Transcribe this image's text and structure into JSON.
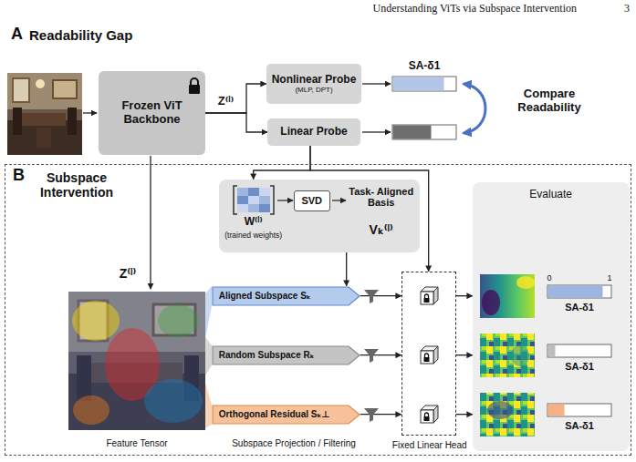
{
  "diagram": {
    "nodes": [
      {
        "text": [
          "Frozen ViT Backbone"
        ]
      },
      {
        "text": [
          "Nonlinear Probe",
          "(MLP, DPT)"
        ]
      },
      {
        "text": [
          "Linear Probe"
        ]
      },
      {
        "text": [
          "B",
          "Subspace Intervention"
        ]
      },
      {
        "text": [
          "W⁽ˡ⁾",
          "(trained weights)",
          "Task- Aligned Basis",
          "Vₖ⁽ˡ⁾"
        ],
        "in": 3
      },
      {
        "text": [
          "SVD"
        ],
        "in": 4
      },
      {
        "text": [
          "Aligned Subspace Sₖ"
        ],
        "in": 3
      },
      {
        "text": [
          "Random Subspace Rₖ"
        ],
        "in": 3
      },
      {
        "text": [
          "Orthogonal Residual Sₖ⊥"
        ],
        "in": 3
      },
      {
        "text": [
          "Fixed Linear Head"
        ],
        "in": 3
      },
      {
        "text": [
          "Evaluate"
        ],
        "in": 3
      }
    ],
    "edges": [
      {
        "from": 0,
        "to": 1,
        "label": "Z⁽ˡ⁾",
        "arrow": "to"
      },
      {
        "from": 0,
        "to": 2,
        "arrow": "to"
      },
      {
        "from": 2,
        "to": 4,
        "arrow": "to"
      },
      {
        "from": 2,
        "to": 9,
        "arrow": "to"
      },
      {
        "from": 4,
        "to": 6,
        "arrow": "to"
      },
      {
        "from": 6,
        "to": 9,
        "arrow": "to"
      },
      {
        "from": 7,
        "to": 9,
        "arrow": "to"
      },
      {
        "from": 8,
        "to": 9,
        "arrow": "to"
      },
      {
        "from": 9,
        "to": 10,
        "arrow": "to"
      },
      {
        "from": 9,
        "to": 10,
        "arrow": "to"
      },
      {
        "from": 9,
        "to": 10,
        "arrow": "to"
      }
    ],
    "labels": [
      "Understanding ViTs via Subspace Intervention",
      "3",
      "A",
      "Readability Gap",
      "SA-δ1",
      "Compare Readability",
      "Z⁽ˡ⁾",
      "Feature Tensor",
      "Subspace Projection / Filtering",
      "0",
      "1",
      "SA-δ1",
      "SA-δ1",
      "SA-δ1"
    ]
  }
}
